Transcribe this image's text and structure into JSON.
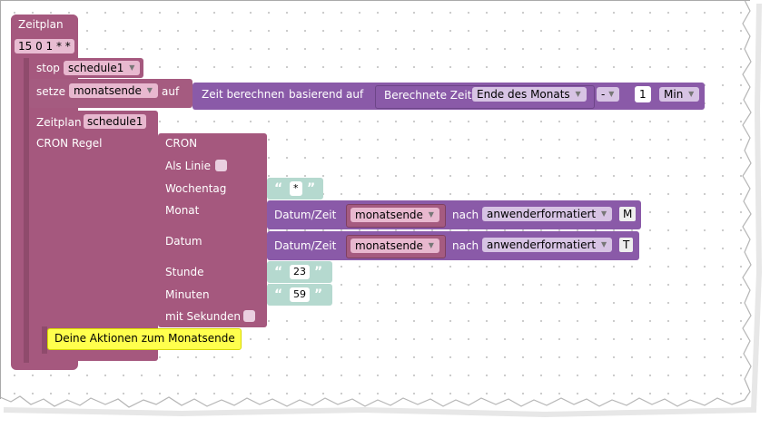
{
  "schedule_block": {
    "title": "Zeitplan",
    "cron": "15 0 1 * *"
  },
  "stop_block": {
    "label": "stop",
    "schedule": "schedule1"
  },
  "set_block": {
    "label": "setze",
    "variable": "monatsende",
    "suffix": "auf"
  },
  "time_calc": {
    "label": "Zeit berechnen",
    "based_on": "basierend auf",
    "calc_label": "Berechnete Zeit",
    "calc_value": "Ende des Monats",
    "operator": "-",
    "amount": "1",
    "unit": "Min"
  },
  "schedule_inner": {
    "label": "Zeitplan",
    "name": "schedule1",
    "cron_rule": "CRON Regel"
  },
  "cron_block": {
    "title": "CRON",
    "as_line": "Als Linie",
    "weekday": "Wochentag",
    "month": "Monat",
    "date": "Datum",
    "hour": "Stunde",
    "minutes": "Minuten",
    "with_seconds": "mit Sekunden"
  },
  "weekday_value": "*",
  "hour_value": "23",
  "minute_value": "59",
  "date_time_month": {
    "label": "Datum/Zeit",
    "variable": "monatsende",
    "to": "nach",
    "format": "anwenderformatiert",
    "letter": "M"
  },
  "date_time_day": {
    "label": "Datum/Zeit",
    "variable": "monatsende",
    "to": "nach",
    "format": "anwenderformatiert",
    "letter": "T"
  },
  "comment": "Deine Aktionen zum Monatsende",
  "colors": {
    "schedule": "#a5587e",
    "variable": "#a55b80",
    "time": "#8a5aa8",
    "text": "#b5d9cf",
    "comment": "#ffff4d"
  }
}
